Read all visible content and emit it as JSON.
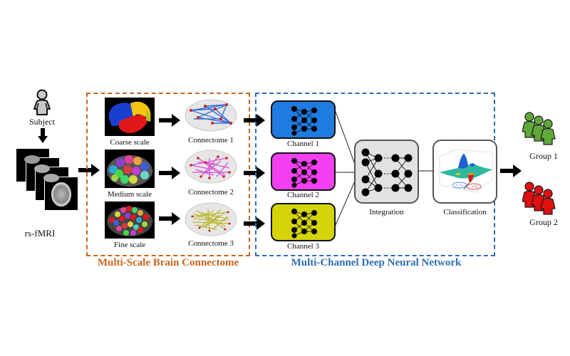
{
  "input": {
    "subject_label": "Subject",
    "scan_label": "rs-fMRI"
  },
  "connectome_section": {
    "title": "Multi-Scale Brain Connectome",
    "title_color": "#c8651b",
    "rows": [
      {
        "scale_label": "Coarse scale",
        "connectome_label": "Connectome 1",
        "edge_color": "#3a6fd8"
      },
      {
        "scale_label": "Medium scale",
        "connectome_label": "Connectome 2",
        "edge_color": "#d64fd6"
      },
      {
        "scale_label": "Fine scale",
        "connectome_label": "Connectome 3",
        "edge_color": "#b9b72a"
      }
    ]
  },
  "network_section": {
    "title": "Multi-Channel Deep Neural Network",
    "title_color": "#2e6db4",
    "channels": [
      {
        "label": "Channel 1",
        "color": "#1f7be0"
      },
      {
        "label": "Channel 2",
        "color": "#f23ff2"
      },
      {
        "label": "Channel 3",
        "color": "#d4d40a"
      }
    ],
    "integration_label": "Integration",
    "classification_label": "Classification"
  },
  "output": {
    "groups": [
      {
        "label": "Group 1",
        "color": "#5fa83a"
      },
      {
        "label": "Group 2",
        "color": "#e01010"
      }
    ]
  }
}
